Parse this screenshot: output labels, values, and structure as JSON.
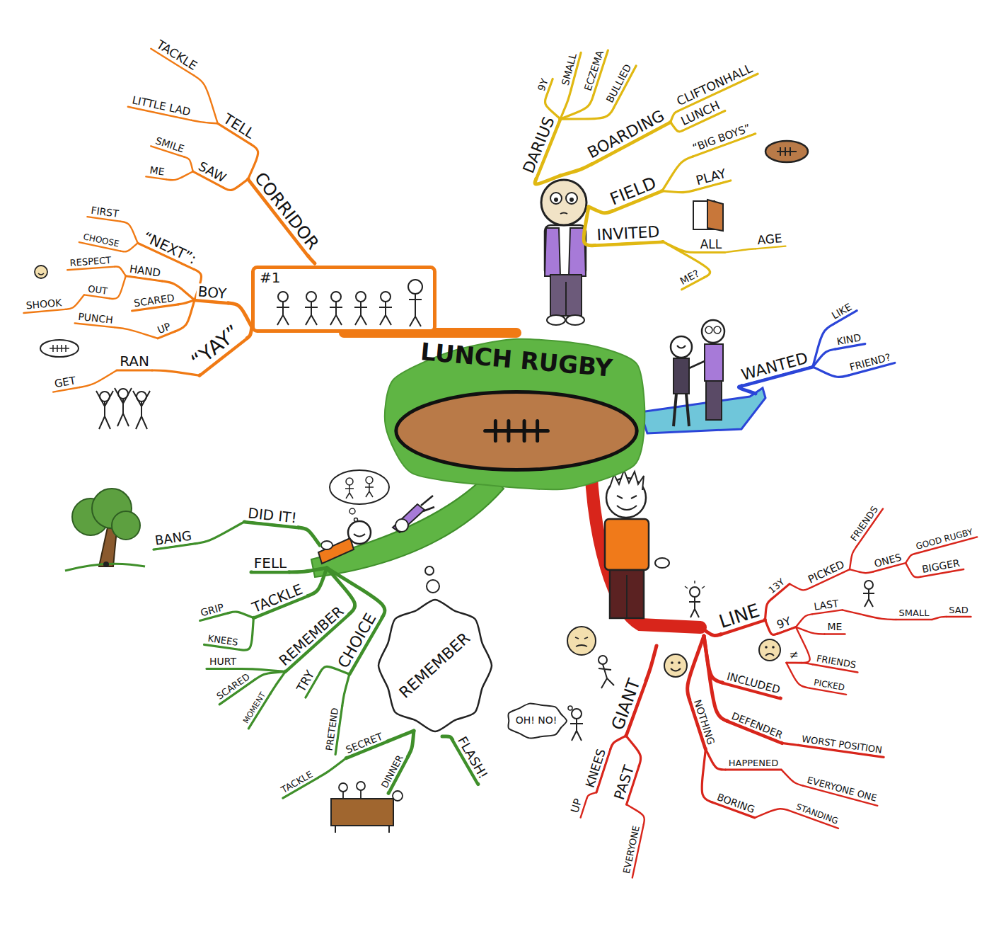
{
  "diagram": {
    "nodes": [
      {
        "text": [
          "LUNCH RUGBY"
        ]
      },
      {
        "text": [
          "#1"
        ]
      },
      {
        "text": [
          "REMEMBER"
        ]
      },
      {
        "text": [
          "OH! NO!"
        ]
      }
    ],
    "edges": [
      {
        "from": 0,
        "to": 1,
        "arrow": "none"
      }
    ],
    "labels": [
      "TACKLE",
      "LITTLE LAD",
      "TELL",
      "SMILE",
      "ME",
      "SAW",
      "CORRIDOR",
      "FIRST",
      "CHOOSE",
      "“NEXT”:",
      "RESPECT",
      "HAND",
      "OUT",
      "SHOOK",
      "SCARED",
      "BOY",
      "PUNCH",
      "UP",
      "“YAY”",
      "RAN",
      "GET",
      "9Y",
      "SMALL",
      "ECZEMA",
      "BULLIED",
      "DARIUS",
      "BOARDING",
      "CLIFTONHALL",
      "LUNCH",
      "“BIG BOYS”",
      "FIELD",
      "PLAY",
      "INVITED",
      "ALL",
      "AGE",
      "ME?",
      "WANTED",
      "LIKE",
      "KIND",
      "FRIEND?",
      "LINE",
      "13Y",
      "PICKED",
      "FRIENDS",
      "ONES",
      "GOOD RUGBY",
      "BIGGER",
      "9Y",
      "LAST",
      "SMALL",
      "SAD",
      "ME",
      "≠",
      "FRIENDS",
      "PICKED",
      "INCLUDED",
      "DEFENDER",
      "WORST POSITION",
      "NOTHING",
      "HAPPENED",
      "EVERYONE ONE",
      "BORING",
      "STANDING",
      "GIANT",
      "KNEES",
      "UP",
      "PAST",
      "EVERYONE",
      "BANG",
      "DID IT!",
      "FELL",
      "GRIP",
      "TACKLE",
      "KNEES",
      "REMEMBER",
      "HURT",
      "SCARED",
      "MOMENT",
      "TRY",
      "CHOICE",
      "PRETEND",
      "FLASH!",
      "SECRET",
      "DINNER",
      "TACKLE"
    ]
  }
}
